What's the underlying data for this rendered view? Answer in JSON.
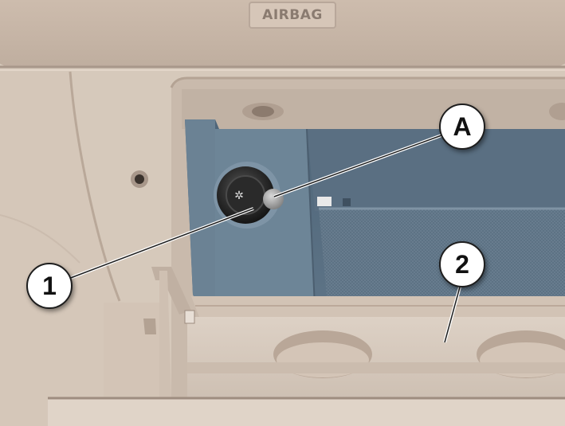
{
  "dashboard": {
    "airbag_label": "AIRBAG"
  },
  "callouts": {
    "a": "A",
    "one": "1",
    "two": "2"
  },
  "colors": {
    "dashboard_beige": "#d8cbbd",
    "compartment_blue": "#5e7486",
    "callout_fill": "#ffffff",
    "leader_line": "#ffffff"
  }
}
